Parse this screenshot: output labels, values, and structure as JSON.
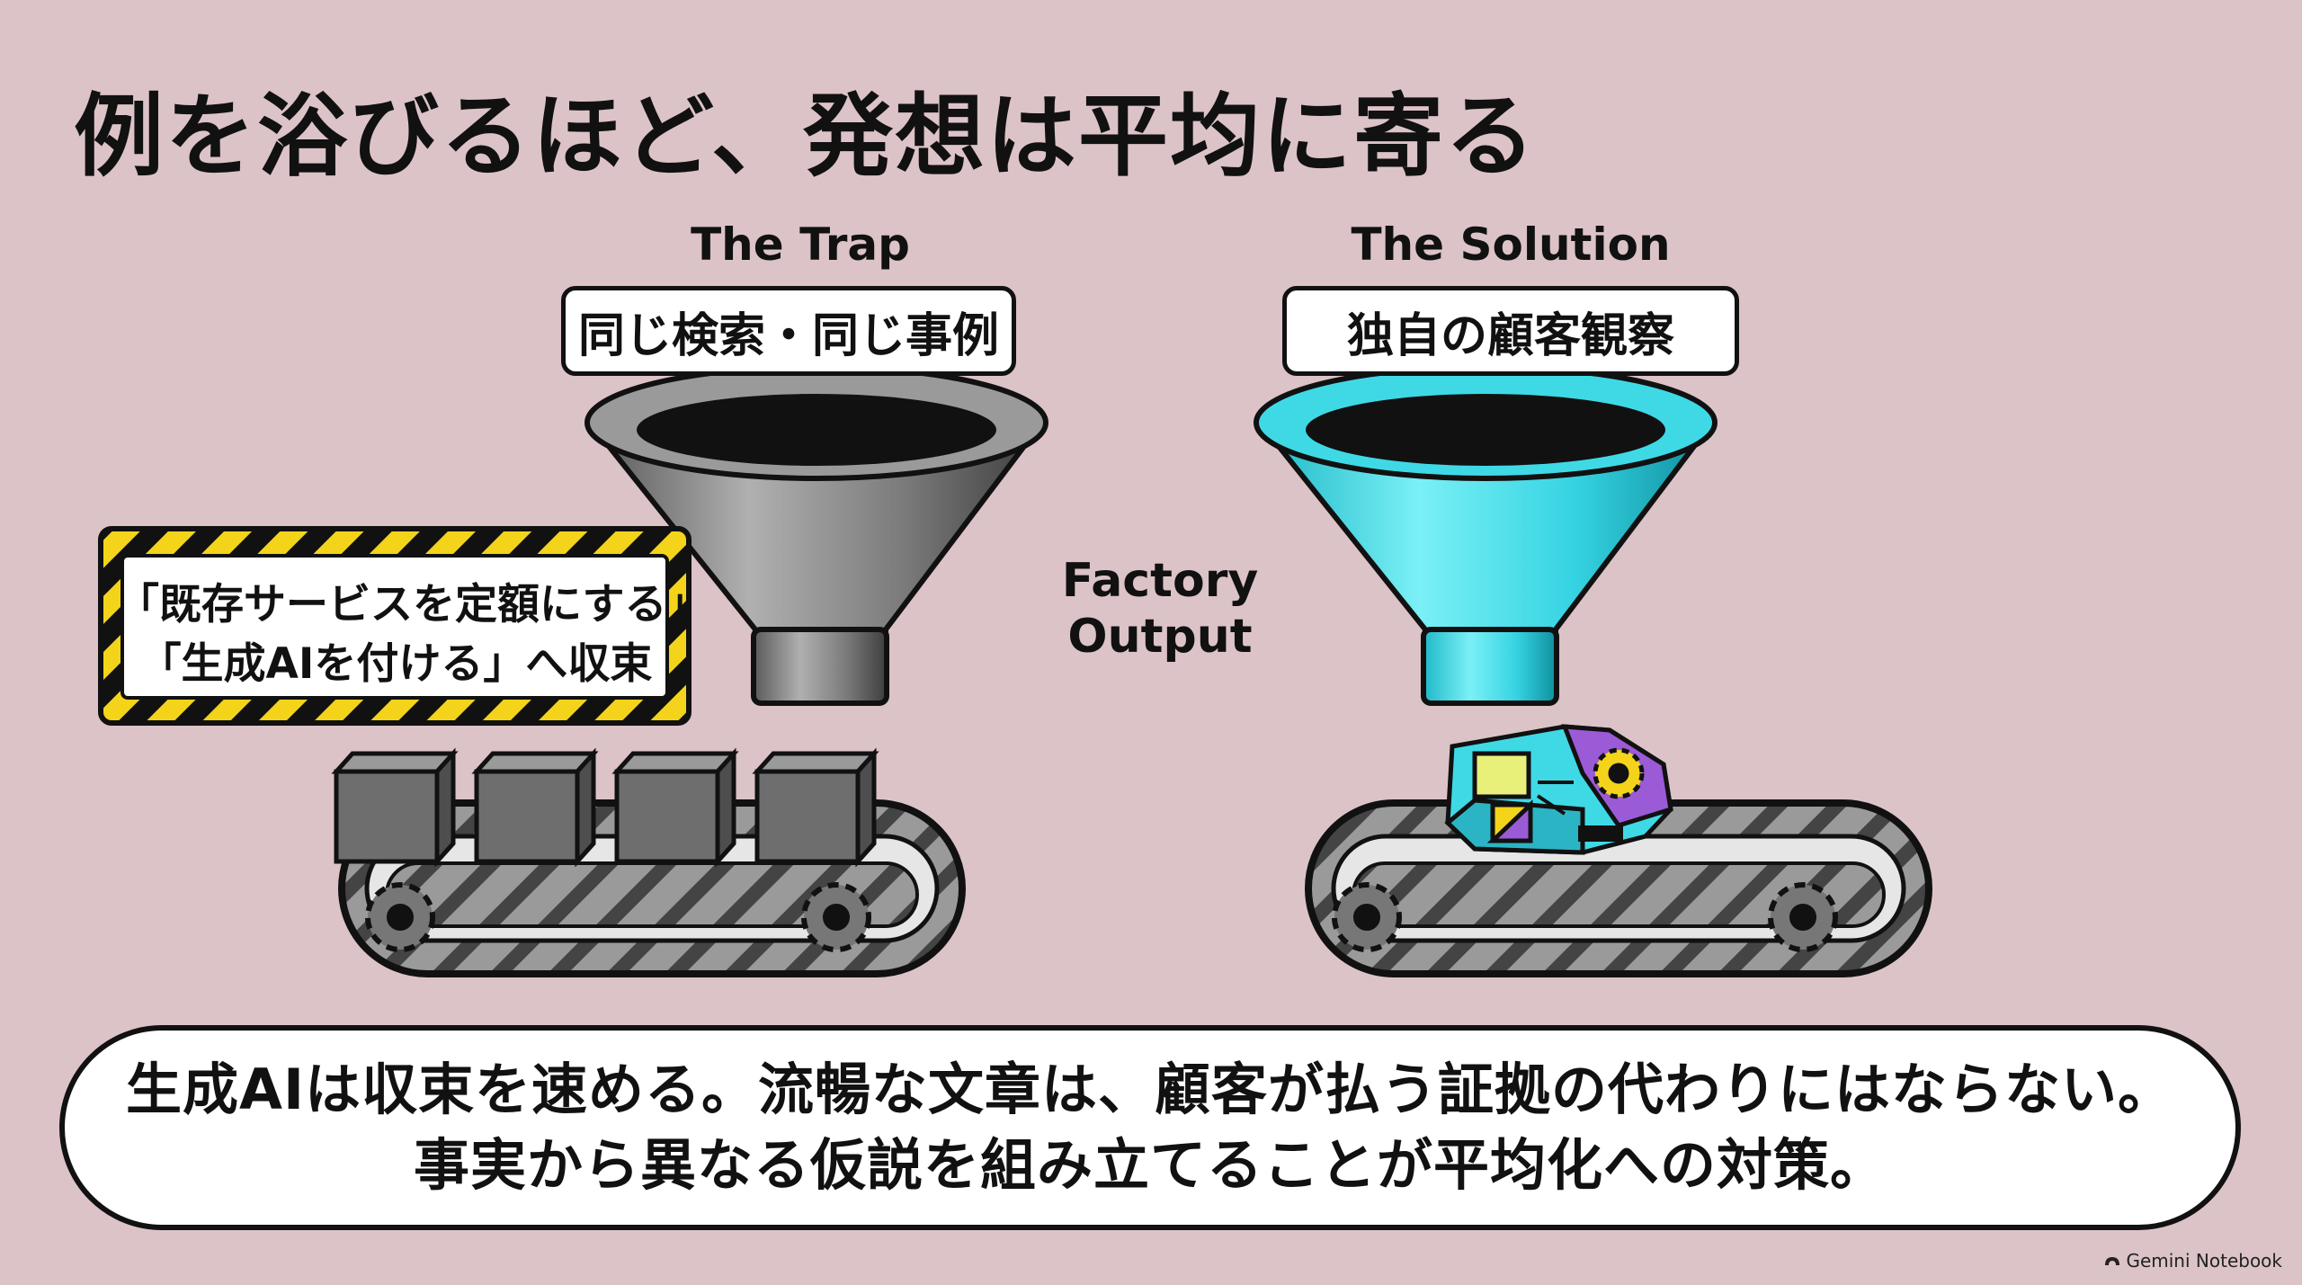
{
  "title": "例を浴びるほど、発想は平均に寄る",
  "trap": {
    "heading": "The Trap",
    "label": "同じ検索・同じ事例",
    "warning_line1": "「既存サービスを定額にする」",
    "warning_line2": "「生成AIを付ける」へ収束"
  },
  "solution": {
    "heading": "The Solution",
    "label": "独自の顧客観察"
  },
  "factory": {
    "line1": "Factory",
    "line2": "Output"
  },
  "conclusion": {
    "line1": "生成AIは収束を速める。流暢な文章は、顧客が払う証拠の代わりにはならない。",
    "line2": "事実から異なる仮説を組み立てることが平均化への対策。"
  },
  "branding": {
    "name": "Gemini Notebook",
    "icon": "gemini-notebook-icon"
  },
  "colors": {
    "background": "#dcc3c7",
    "funnel_gray": "#8a8a8a",
    "funnel_cyan": "#3fd9e6",
    "hazard_yellow": "#f3d41a",
    "box_gray": "#707070",
    "purple": "#9b5bd6"
  }
}
